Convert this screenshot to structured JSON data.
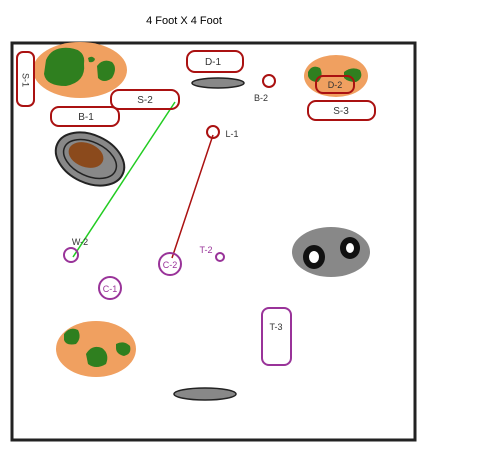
{
  "title": "4 Foot X 4 Foot",
  "labels": {
    "s1": "S-1",
    "d1": "D-1",
    "s2": "S-2",
    "b1": "B-1",
    "b2": "B-2",
    "d2": "D-2",
    "s3": "S-3",
    "l1": "L-1",
    "w2": "W-2",
    "c2": "C-2",
    "t2": "T-2",
    "c1": "C-1",
    "t3": "T-3"
  },
  "colors": {
    "frame": "#222222",
    "marker_red": "#aa1111",
    "marker_purple": "#993399",
    "foliage_orange": "#f0a060",
    "foliage_green": "#2f7f1f",
    "rock_gray": "#888888",
    "rock_dark": "#333333",
    "dirt_brown": "#8b4a1c",
    "line_green": "#22cc22",
    "line_red": "#aa1111",
    "pit_black": "#111111"
  }
}
